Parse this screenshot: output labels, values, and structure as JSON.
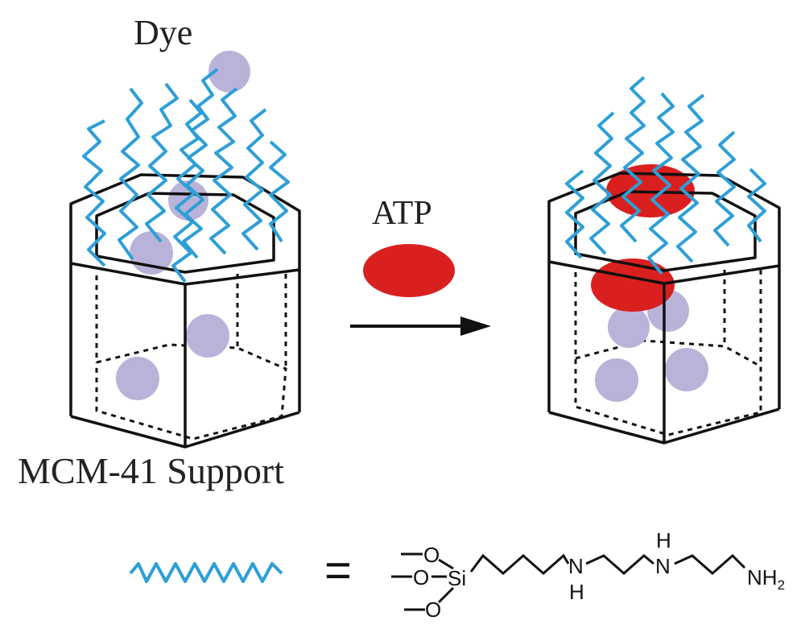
{
  "labels": {
    "dye": "Dye",
    "atp": "ATP",
    "support": "MCM-41 Support",
    "equals": "="
  },
  "chem": {
    "o1": "O",
    "o2": "O",
    "o3": "O",
    "si": "Si",
    "n1": "N",
    "n1_h": "H",
    "n2": "N",
    "n2_h": "H",
    "nh2": "NH",
    "nh2_sub": "2"
  },
  "colors": {
    "chain": "#2e9fd6",
    "dye": "#b9b3d9",
    "atp": "#d9201f",
    "outline": "#111111"
  }
}
